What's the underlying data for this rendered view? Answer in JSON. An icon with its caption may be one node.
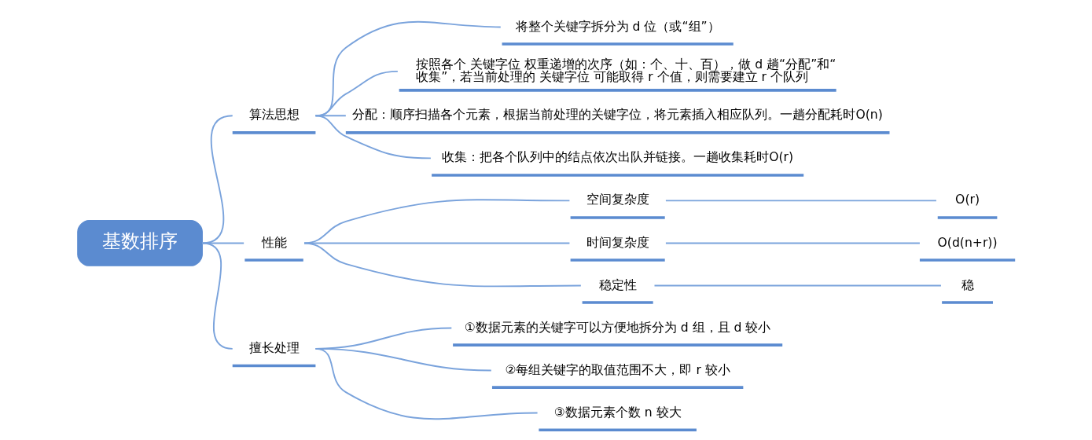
{
  "diagram": {
    "nodes": [
      {
        "text": [
          "基数排序"
        ]
      },
      {
        "text": [
          "算法思想"
        ]
      },
      {
        "text": [
          "将整个关键字拆分为 d 位（或“组”）"
        ]
      },
      {
        "text": [
          "按照各个 关键字位 权重递增的次序（如：个、十、百），做 d 趟“分配”和“收集”，若当前处理的 关键字位 可能取得 r 个值，则需要建立 r 个队列"
        ]
      },
      {
        "text": [
          "分配：顺序扫描各个元素，根据当前处理的关键字位，将元素插入相应队列。一趟分配耗时O(n)"
        ]
      },
      {
        "text": [
          "收集：把各个队列中的结点依次出队并链接。一趟收集耗时O(r)"
        ]
      },
      {
        "text": [
          "性能"
        ]
      },
      {
        "text": [
          "空间复杂度"
        ]
      },
      {
        "text": [
          "O(r)"
        ]
      },
      {
        "text": [
          "时间复杂度"
        ]
      },
      {
        "text": [
          "O(d(n+r))"
        ]
      },
      {
        "text": [
          "稳定性"
        ]
      },
      {
        "text": [
          "稳"
        ]
      },
      {
        "text": [
          "擅长处理"
        ]
      },
      {
        "text": [
          "①数据元素的关键字可以方便地拆分为 d 组，且 d 较小"
        ]
      },
      {
        "text": [
          "②每组关键字的取值范围不大，即 r 较小"
        ]
      },
      {
        "text": [
          "③数据元素个数 n 较大"
        ]
      }
    ],
    "edges": [
      {
        "from": 0,
        "to": 1,
        "arrow": "none"
      },
      {
        "from": 1,
        "to": 2,
        "arrow": "none"
      },
      {
        "from": 1,
        "to": 3,
        "arrow": "none"
      },
      {
        "from": 1,
        "to": 4,
        "arrow": "none"
      },
      {
        "from": 1,
        "to": 5,
        "arrow": "none"
      },
      {
        "from": 0,
        "to": 6,
        "arrow": "none"
      },
      {
        "from": 6,
        "to": 7,
        "arrow": "none"
      },
      {
        "from": 7,
        "to": 8,
        "arrow": "none"
      },
      {
        "from": 6,
        "to": 9,
        "arrow": "none"
      },
      {
        "from": 9,
        "to": 10,
        "arrow": "none"
      },
      {
        "from": 6,
        "to": 11,
        "arrow": "none"
      },
      {
        "from": 11,
        "to": 12,
        "arrow": "none"
      },
      {
        "from": 0,
        "to": 13,
        "arrow": "none"
      },
      {
        "from": 13,
        "to": 14,
        "arrow": "none"
      },
      {
        "from": 13,
        "to": 15,
        "arrow": "none"
      },
      {
        "from": 13,
        "to": 16,
        "arrow": "none"
      }
    ]
  }
}
